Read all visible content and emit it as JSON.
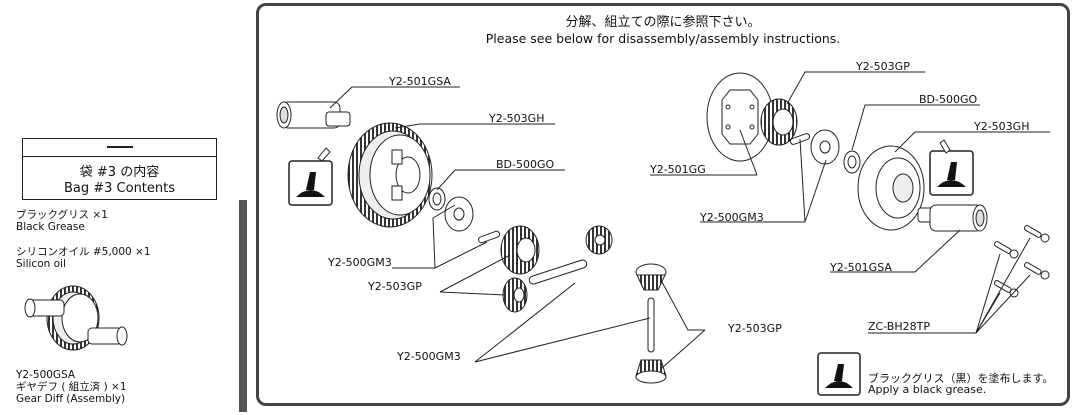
{
  "header": {
    "title_jp": "分解、組立ての際に参照下さい。",
    "title_en": "Please see below for disassembly/assembly instructions."
  },
  "bag": {
    "title_jp": "袋 #3 の内容",
    "title_en": "Bag #3 Contents"
  },
  "contents": [
    {
      "line1": "ブラックグリス ×1",
      "line2": "Black Grease"
    },
    {
      "line1": "シリコンオイル #5,000 ×1",
      "line2": "Silicon oil"
    }
  ],
  "assembly": {
    "code": "Y2-500GSA",
    "name_jp": "ギヤデフ ( 組立済 ) ×1",
    "name_en": "Gear Diff (Assembly)"
  },
  "parts": {
    "y2_501gsa_left": "Y2-501GSA",
    "y2_503gh_left": "Y2-503GH",
    "bd_500go_left": "BD-500GO",
    "y2_500gm3_left": "Y2-500GM3",
    "y2_503gp_left": "Y2-503GP",
    "y2_500gm3_bottom": "Y2-500GM3",
    "y2_503gp_right_lower": "Y2-503GP",
    "y2_503gp_right_top": "Y2-503GP",
    "bd_500go_right": "BD-500GO",
    "y2_503gh_right": "Y2-503GH",
    "y2_501gg": "Y2-501GG",
    "y2_500gm3_right": "Y2-500GM3",
    "y2_501gsa_right": "Y2-501GSA",
    "zc_bh28tp": "ZC-BH28TP"
  },
  "note": {
    "jp": "ブラックグリス（黒）を塗布します。",
    "en": "Apply a black grease."
  }
}
